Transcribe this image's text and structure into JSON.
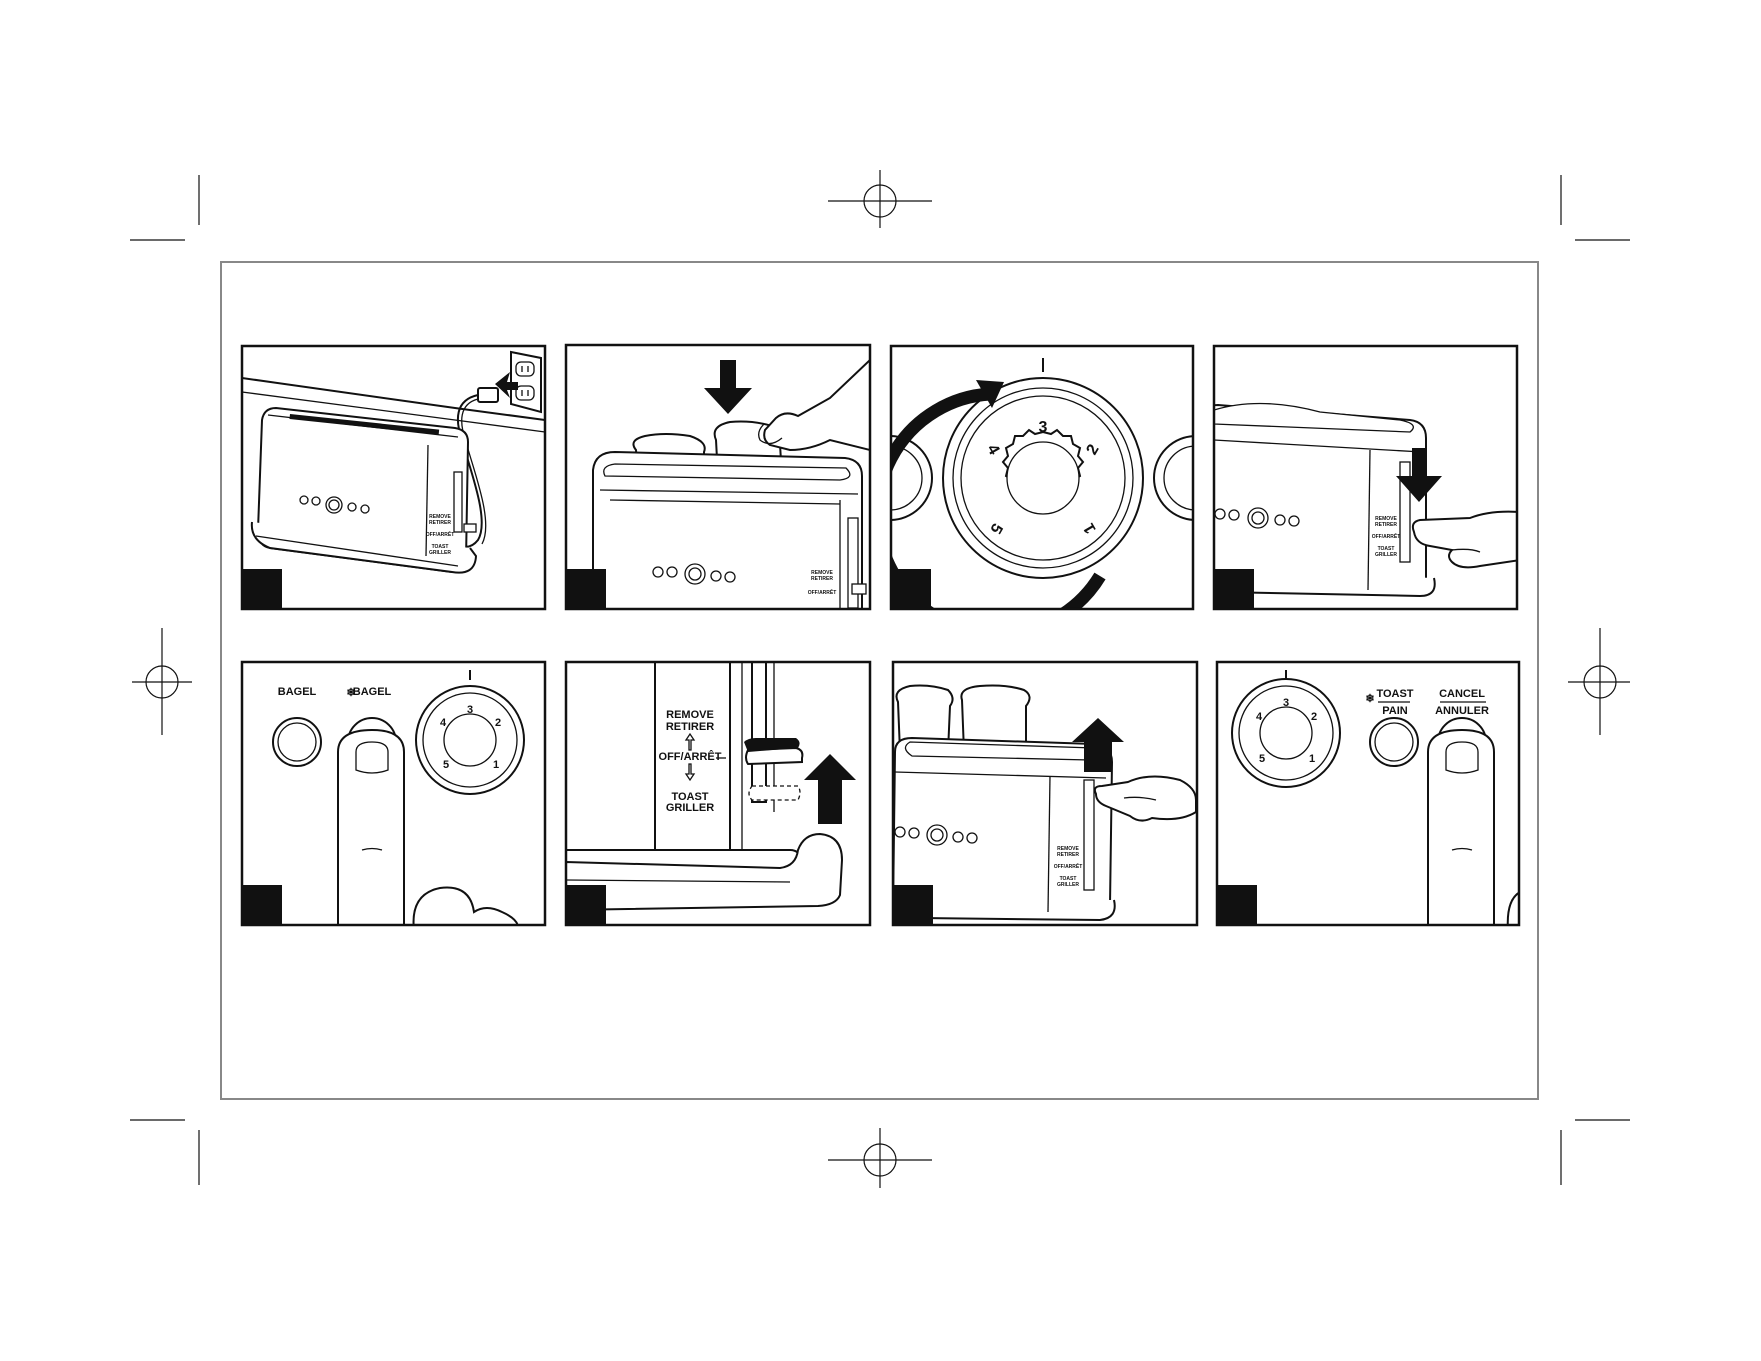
{
  "panels": [
    {
      "id": 1,
      "step": "plug-in"
    },
    {
      "id": 2,
      "step": "insert-bread"
    },
    {
      "id": 3,
      "step": "select-shade",
      "dial_numbers": [
        "1",
        "2",
        "3",
        "4",
        "5"
      ]
    },
    {
      "id": 4,
      "step": "press-lever",
      "side_labels": [
        "REMOVE",
        "RETIRER",
        "OFF/ARRÊT",
        "TOAST",
        "GRILLER"
      ]
    },
    {
      "id": 5,
      "step": "bagel-button",
      "buttons": [
        "BAGEL",
        "BAGEL"
      ],
      "dial_numbers": [
        "1",
        "2",
        "3",
        "4",
        "5"
      ]
    },
    {
      "id": 6,
      "step": "lever-lift",
      "labels": {
        "remove": "REMOVE",
        "retirer": "RETIRER",
        "off": "OFF/ARRÊT",
        "toast": "TOAST",
        "griller": "GRILLER"
      }
    },
    {
      "id": 7,
      "step": "lift-lever-remove"
    },
    {
      "id": 8,
      "step": "cancel",
      "buttons": {
        "toast": "TOAST",
        "pain": "PAIN",
        "cancel": "CANCEL",
        "annuler": "ANNULER"
      },
      "dial_numbers": [
        "1",
        "2",
        "3",
        "4",
        "5"
      ]
    }
  ],
  "icons": [
    "crop-mark-icon",
    "registration-target-icon",
    "snowflake-icon",
    "arrow-down-icon",
    "arrow-up-icon",
    "curved-arrow-icon",
    "hand-icon",
    "finger-icon"
  ],
  "colors": {
    "ink": "#111111",
    "frame": "#888888",
    "paper": "#ffffff"
  }
}
